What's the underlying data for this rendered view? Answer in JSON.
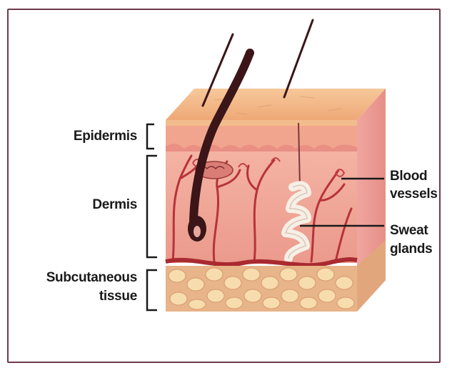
{
  "labels": {
    "epidermis": "Epidermis",
    "dermis": "Dermis",
    "subcutaneous": "Subcutaneous",
    "tissue": "tissue",
    "blood": "Blood",
    "vessels": "vessels",
    "sweat": "Sweat",
    "glands": "glands"
  },
  "colors": {
    "frame": "#6e3a4a",
    "epidermis_top": "#f3b57e",
    "dermis": "#f1a99a",
    "vessels": "#b8323a",
    "fat": "#f6d8a8",
    "hair": "#3b1518"
  }
}
